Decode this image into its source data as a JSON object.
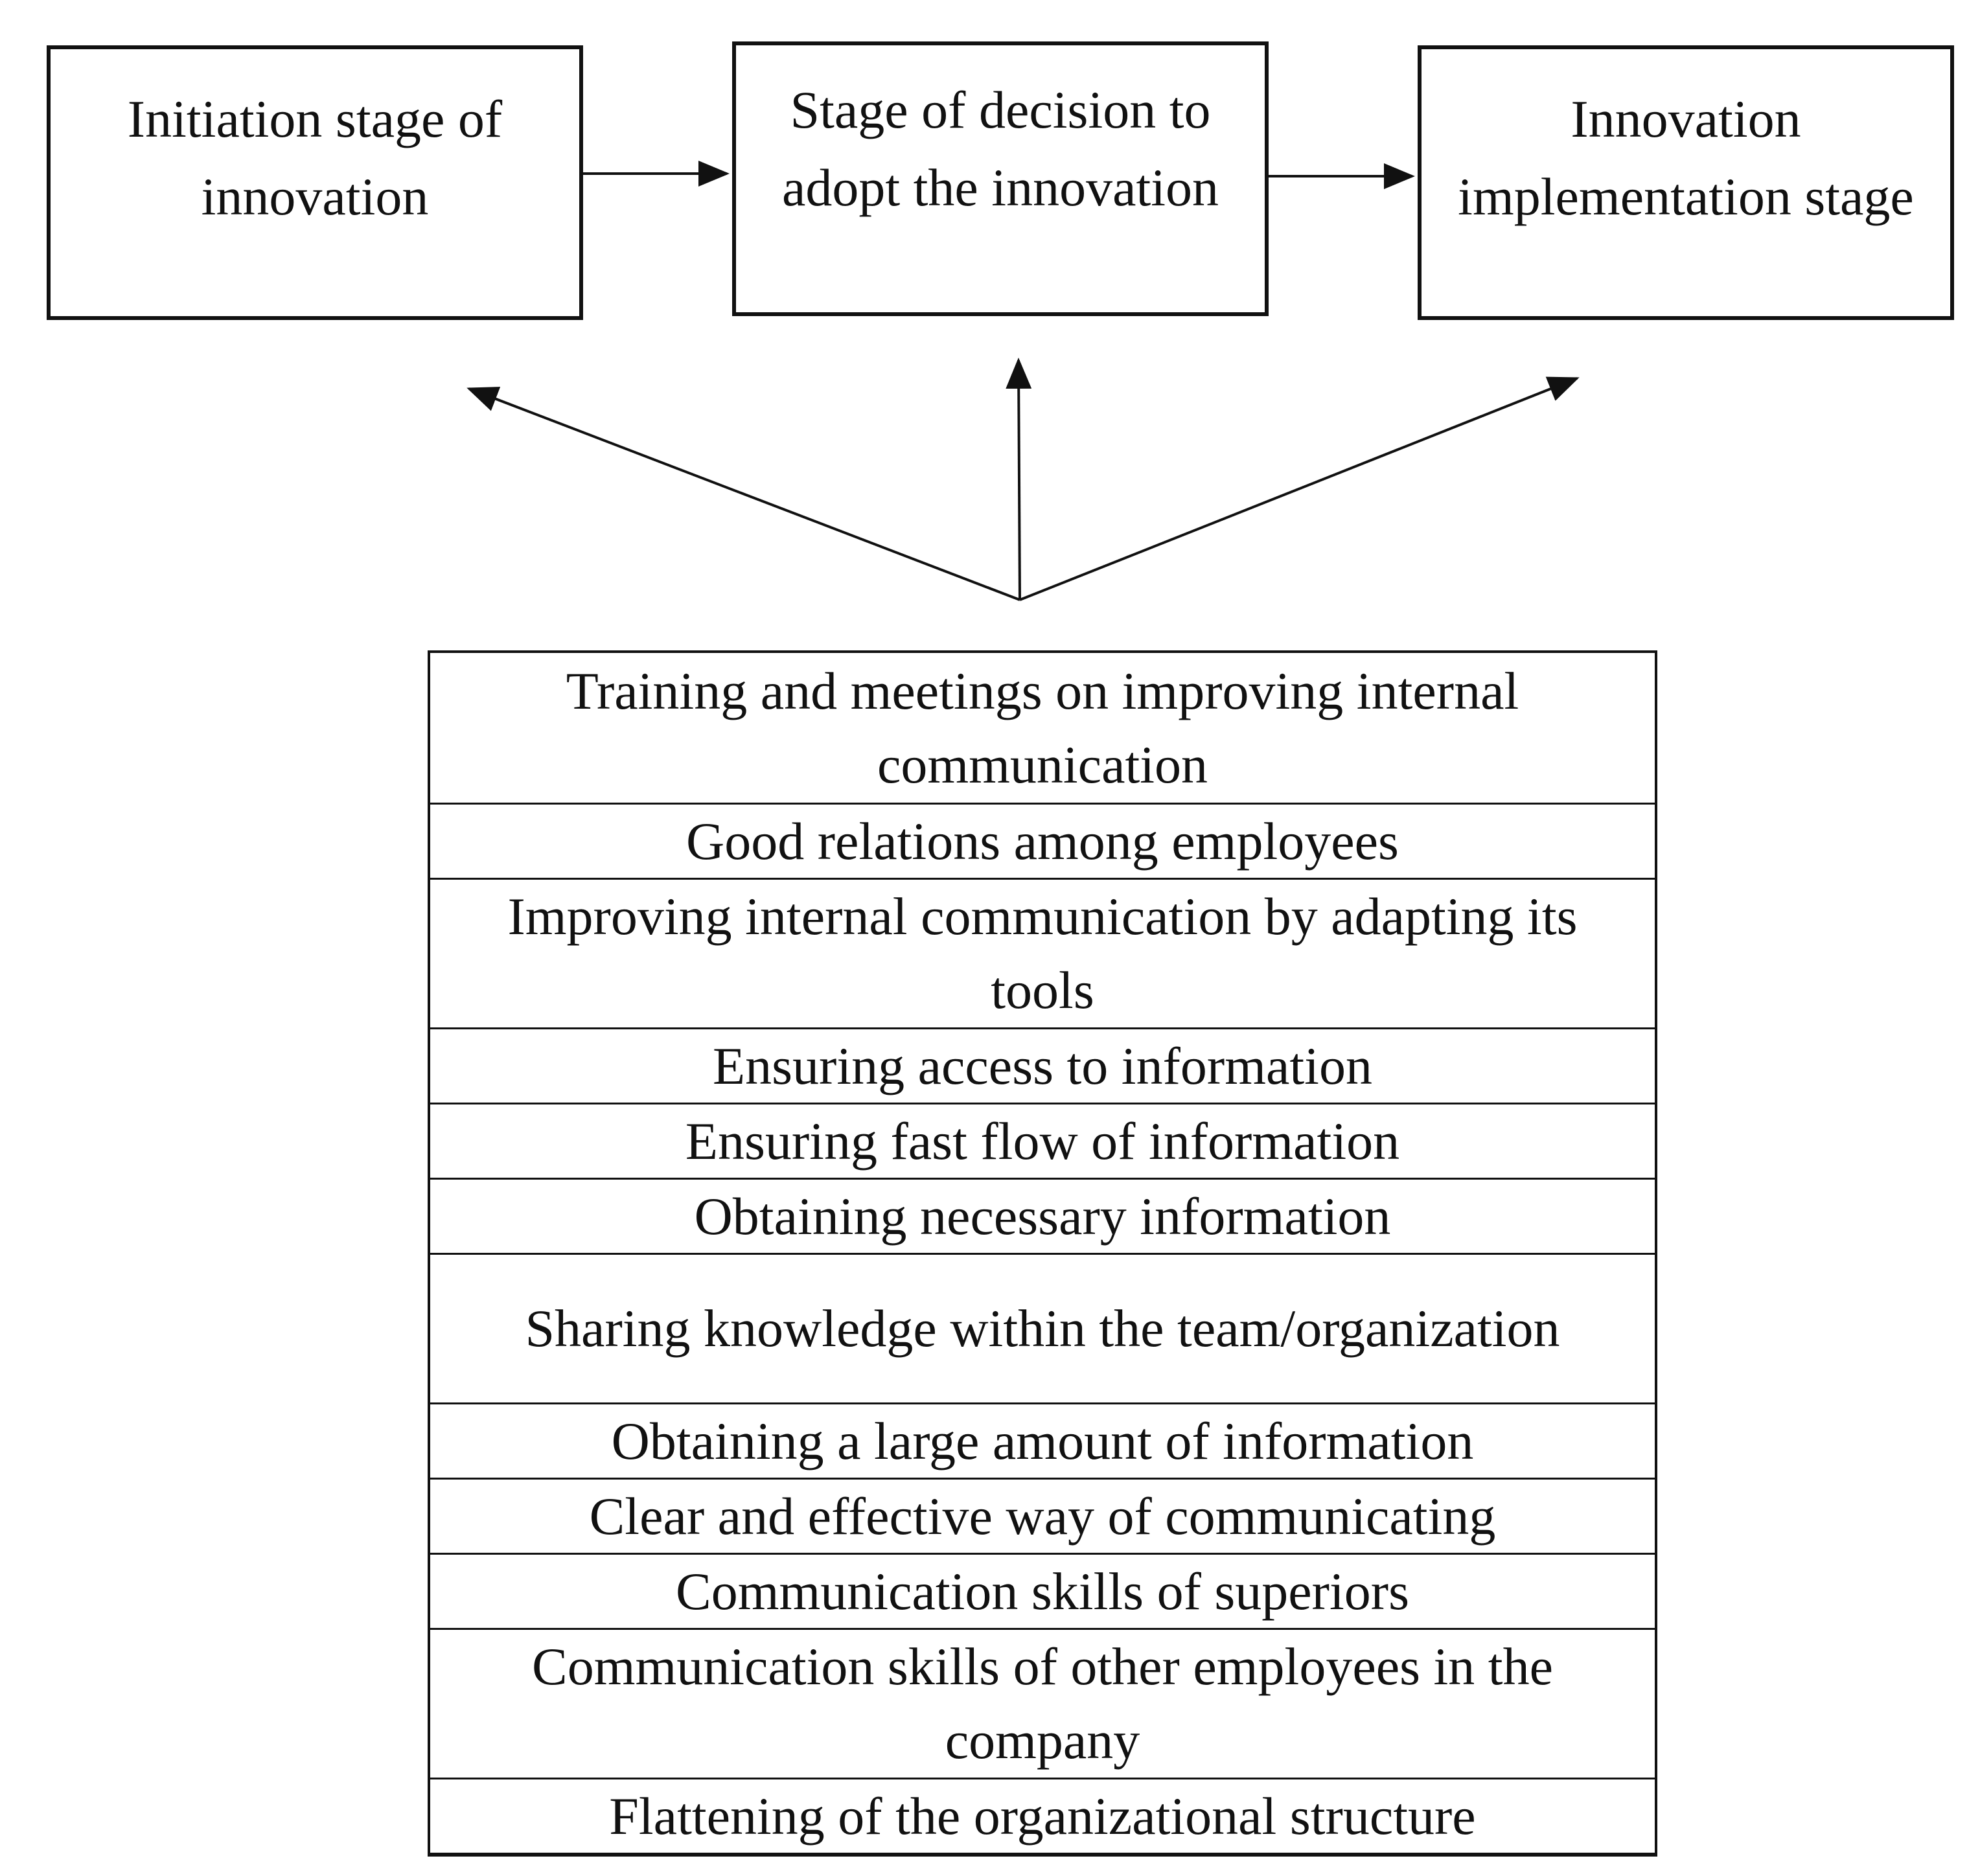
{
  "stages": [
    {
      "label": "Initiation stage of innovation"
    },
    {
      "label": "Stage of decision to adopt the innovation"
    },
    {
      "label": "Innovation implementation stage"
    }
  ],
  "factors": [
    "Training and meetings on improving internal communication",
    "Good relations among employees",
    "Improving internal communication by adapting its tools",
    "Ensuring access to information",
    "Ensuring fast flow of information",
    "Obtaining necessary information",
    "Sharing knowledge within the team/organization",
    "Obtaining a large amount of information",
    "Clear and effective way of communicating",
    "Communication skills of superiors",
    "Communication skills of other employees in the company",
    "Flattening of the organizational structure"
  ]
}
